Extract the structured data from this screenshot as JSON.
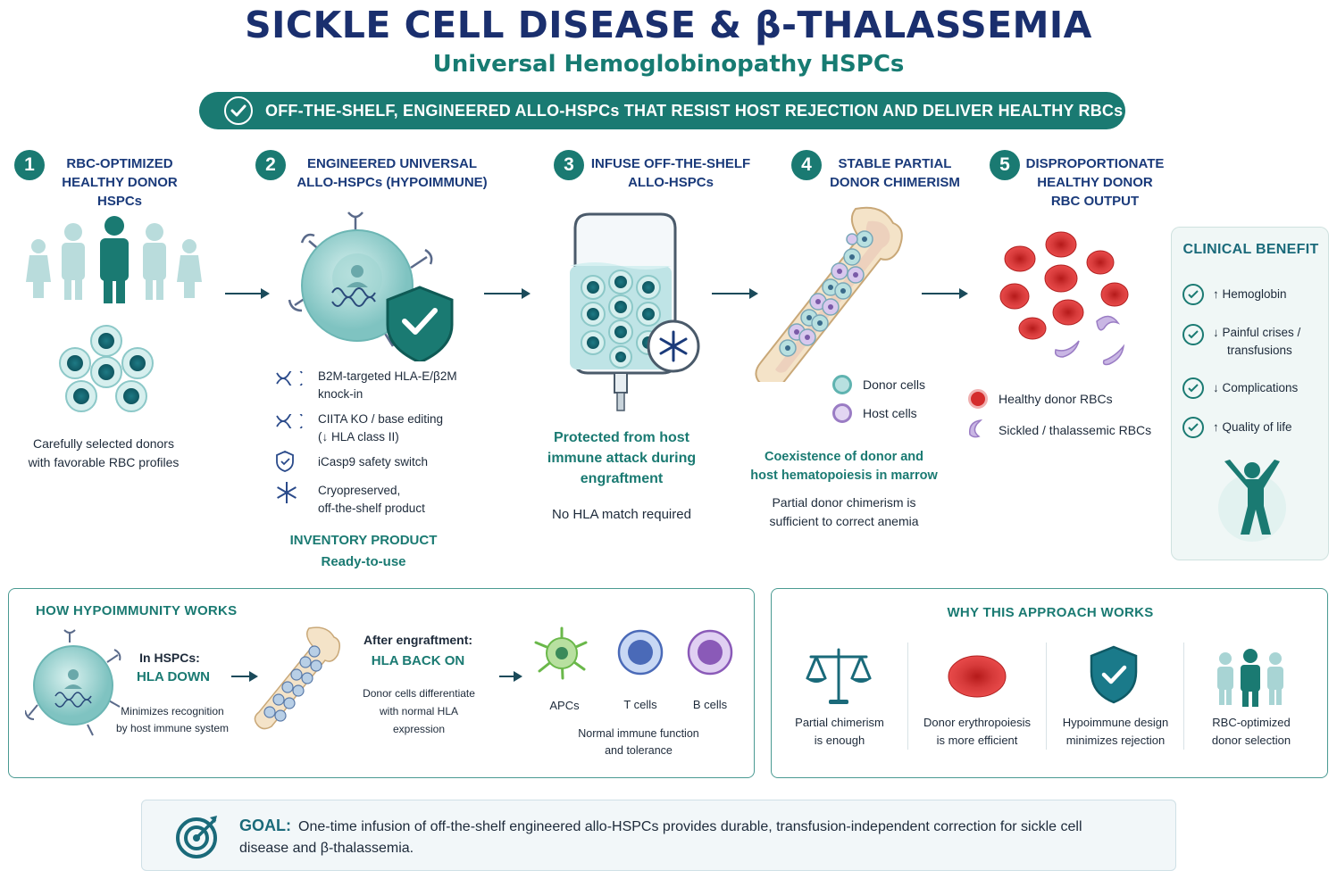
{
  "header": {
    "title": "SICKLE CELL DISEASE & β-THALASSEMIA",
    "subtitle": "Universal Hemoglobinopathy HSPCs",
    "banner": "OFF-THE-SHELF, ENGINEERED ALLO-HSPCs THAT RESIST HOST REJECTION AND DELIVER HEALTHY RBCs"
  },
  "steps": [
    {
      "num": "1",
      "title_lines": [
        "RBC-OPTIMIZED",
        "HEALTHY DONOR",
        "HSPCs"
      ]
    },
    {
      "num": "2",
      "title_lines": [
        "ENGINEERED UNIVERSAL",
        "ALLO-HSPCs (HYPOIMMUNE)"
      ]
    },
    {
      "num": "3",
      "title_lines": [
        "INFUSE OFF-THE-SHELF",
        "ALLO-HSPCs"
      ]
    },
    {
      "num": "4",
      "title_lines": [
        "STABLE PARTIAL",
        "DONOR CHIMERISM"
      ]
    },
    {
      "num": "5",
      "title_lines": [
        "DISPROPORTIONATE",
        "HEALTHY DONOR",
        "RBC OUTPUT"
      ]
    }
  ],
  "step1": {
    "caption_lines": [
      "Carefully selected donors",
      "with favorable RBC profiles"
    ]
  },
  "step2": {
    "features": [
      {
        "icon": "dna-icon",
        "lines": [
          "B2M-targeted HLA-E/β2M",
          "knock-in"
        ]
      },
      {
        "icon": "dna-edit-icon",
        "lines": [
          "CIITA KO / base editing",
          "(↓ HLA class II)"
        ]
      },
      {
        "icon": "shield-check-icon",
        "lines": [
          "iCasp9 safety switch"
        ]
      },
      {
        "icon": "snowflake-icon",
        "lines": [
          "Cryopreserved,",
          "off-the-shelf product"
        ]
      }
    ],
    "inventory_title": "INVENTORY PRODUCT",
    "inventory_sub": "Ready-to-use"
  },
  "step3": {
    "protected_lines": [
      "Protected from host",
      "immune attack during",
      "engraftment"
    ],
    "note": "No HLA match required"
  },
  "step4": {
    "legend": [
      {
        "label": "Donor cells",
        "color": "#5fb3b0"
      },
      {
        "label": "Host cells",
        "color": "#9a7cc4"
      }
    ],
    "coexist_lines": [
      "Coexistence of donor and",
      "host hematopoiesis in marrow"
    ],
    "note_lines": [
      "Partial donor chimerism is",
      "sufficient to correct anemia"
    ]
  },
  "step5": {
    "legend": [
      {
        "label": "Healthy donor RBCs",
        "color": "#d42c2c"
      },
      {
        "label": "Sickled / thalassemic RBCs",
        "color": "#a88cc8"
      }
    ]
  },
  "benefit": {
    "title": "CLINICAL BENEFIT",
    "items": [
      {
        "lines": [
          "↑ Hemoglobin"
        ]
      },
      {
        "lines": [
          "↓ Painful crises /",
          "transfusions"
        ]
      },
      {
        "lines": [
          "↓ Complications"
        ]
      },
      {
        "lines": [
          "↑ Quality of life"
        ]
      }
    ]
  },
  "hypo": {
    "title": "HOW HYPOIMMUNITY WORKS",
    "in_hspcs": "In HSPCs:",
    "hla_down": "HLA DOWN",
    "min_lines": [
      "Minimizes recognition",
      "by host immune system"
    ],
    "after": "After engraftment:",
    "hla_back": "HLA BACK ON",
    "diff_lines": [
      "Donor cells differentiate",
      "with normal HLA",
      "expression"
    ],
    "cells": [
      {
        "label": "APCs"
      },
      {
        "label": "T cells"
      },
      {
        "label": "B cells"
      }
    ],
    "normal_lines": [
      "Normal immune function",
      "and tolerance"
    ]
  },
  "why": {
    "title": "WHY THIS APPROACH WORKS",
    "items": [
      {
        "icon": "scale-icon",
        "lines": [
          "Partial chimerism",
          "is enough"
        ]
      },
      {
        "icon": "rbc-icon",
        "lines": [
          "Donor erythropoiesis",
          "is more efficient"
        ]
      },
      {
        "icon": "shield-check-icon",
        "lines": [
          "Hypoimmune design",
          "minimizes rejection"
        ]
      },
      {
        "icon": "donors-icon",
        "lines": [
          "RBC-optimized",
          "donor selection"
        ]
      }
    ]
  },
  "goal": {
    "label": "GOAL:",
    "text": "One-time infusion of off-the-shelf engineered allo-HSPCs provides durable, transfusion-independent correction for sickle cell disease and β-thalassemia."
  },
  "colors": {
    "navy": "#1a2f6e",
    "teal": "#1a7a72",
    "rbc": "#d42c2c",
    "host": "#9a7cc4"
  }
}
